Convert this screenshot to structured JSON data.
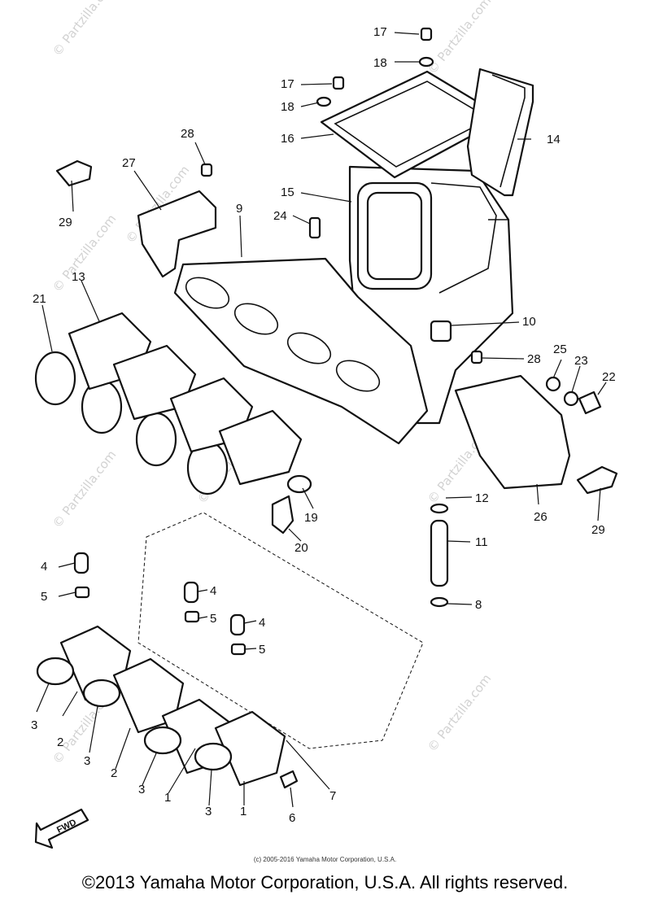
{
  "watermark": "© Partzilla.com",
  "callouts": {
    "c1a": "1",
    "c1b": "1",
    "c2a": "2",
    "c2b": "2",
    "c3a": "3",
    "c3b": "3",
    "c3c": "3",
    "c3d": "3",
    "c4a": "4",
    "c4b": "4",
    "c4c": "4",
    "c5a": "5",
    "c5b": "5",
    "c5c": "5",
    "c6": "6",
    "c7": "7",
    "c8": "8",
    "c9": "9",
    "c10": "10",
    "c11": "11",
    "c12": "12",
    "c13": "13",
    "c14": "14",
    "c15": "15",
    "c16": "16",
    "c17a": "17",
    "c17b": "17",
    "c18a": "18",
    "c18b": "18",
    "c19": "19",
    "c20": "20",
    "c21": "21",
    "c22": "22",
    "c23": "23",
    "c24": "24",
    "c25": "25",
    "c26": "26",
    "c27": "27",
    "c28a": "28",
    "c28b": "28",
    "c29a": "29",
    "c29b": "29"
  },
  "fwd_label": "FWD",
  "small_copyright": "(c) 2005-2016 Yamaha Motor Corporation, U.S.A.",
  "copyright": "©2013 Yamaha Motor Corporation, U.S.A. All rights reserved."
}
